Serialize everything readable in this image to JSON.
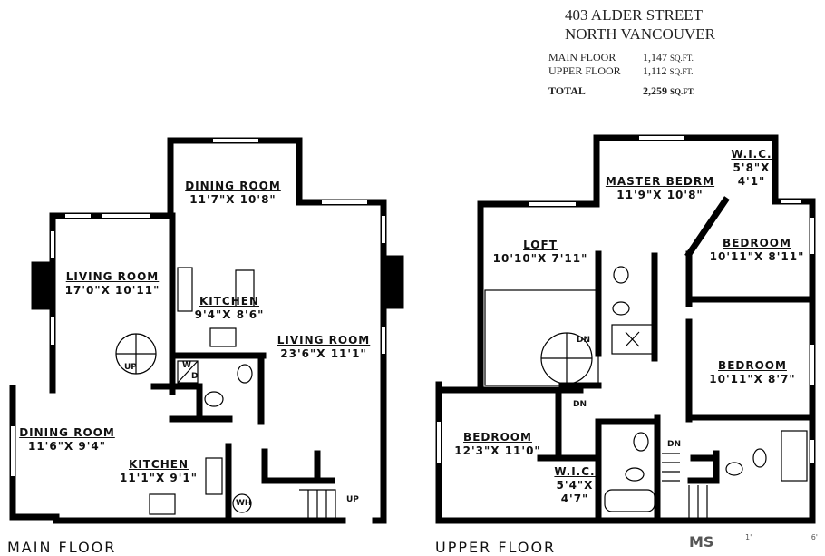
{
  "header": {
    "address_line1": "403 ALDER STREET",
    "address_line2": "NORTH VANCOUVER",
    "areas": [
      {
        "label": "MAIN FLOOR",
        "value": "1,147",
        "unit": "SQ.FT."
      },
      {
        "label": "UPPER FLOOR",
        "value": "1,112",
        "unit": "SQ.FT."
      }
    ],
    "total": {
      "label": "TOTAL",
      "value": "2,259",
      "unit": "SQ.FT."
    }
  },
  "main_floor": {
    "title": "MAIN FLOOR",
    "rooms": [
      {
        "name": "DINING ROOM",
        "dim": "11'7\"X 10'8\""
      },
      {
        "name": "LIVING ROOM",
        "dim": "17'0\"X 10'11\""
      },
      {
        "name": "KITCHEN",
        "dim": "9'4\"X 8'6\""
      },
      {
        "name": "LIVING ROOM",
        "dim": "23'6\"X 11'1\""
      },
      {
        "name": "DINING ROOM",
        "dim": "11'6\"X 9'4\""
      },
      {
        "name": "KITCHEN",
        "dim": "11'1\"X 9'1\""
      }
    ],
    "labels": {
      "up_spiral": "UP",
      "up_stairs": "UP",
      "washer": "W",
      "dryer": "D",
      "water_heater": "WH"
    }
  },
  "upper_floor": {
    "title": "UPPER FLOOR",
    "rooms": [
      {
        "name": "MASTER BEDRM",
        "dim": "11'9\"X 10'8\""
      },
      {
        "name": "W.I.C.",
        "dim1": "5'8\"X",
        "dim2": "4'1\""
      },
      {
        "name": "LOFT",
        "dim": "10'10\"X 7'11\""
      },
      {
        "name": "BEDROOM",
        "dim": "10'11\"X 8'11\""
      },
      {
        "name": "BEDROOM",
        "dim": "10'11\"X 8'7\""
      },
      {
        "name": "BEDROOM",
        "dim": "12'3\"X 11'0\""
      },
      {
        "name": "W.I.C.",
        "dim1": "5'4\"X",
        "dim2": "4'7\""
      }
    ],
    "labels": {
      "dn1": "DN",
      "dn2": "DN",
      "dn3": "DN"
    }
  },
  "footer": {
    "logo": "MS",
    "scale_start": "1'",
    "scale_end": "6'"
  }
}
